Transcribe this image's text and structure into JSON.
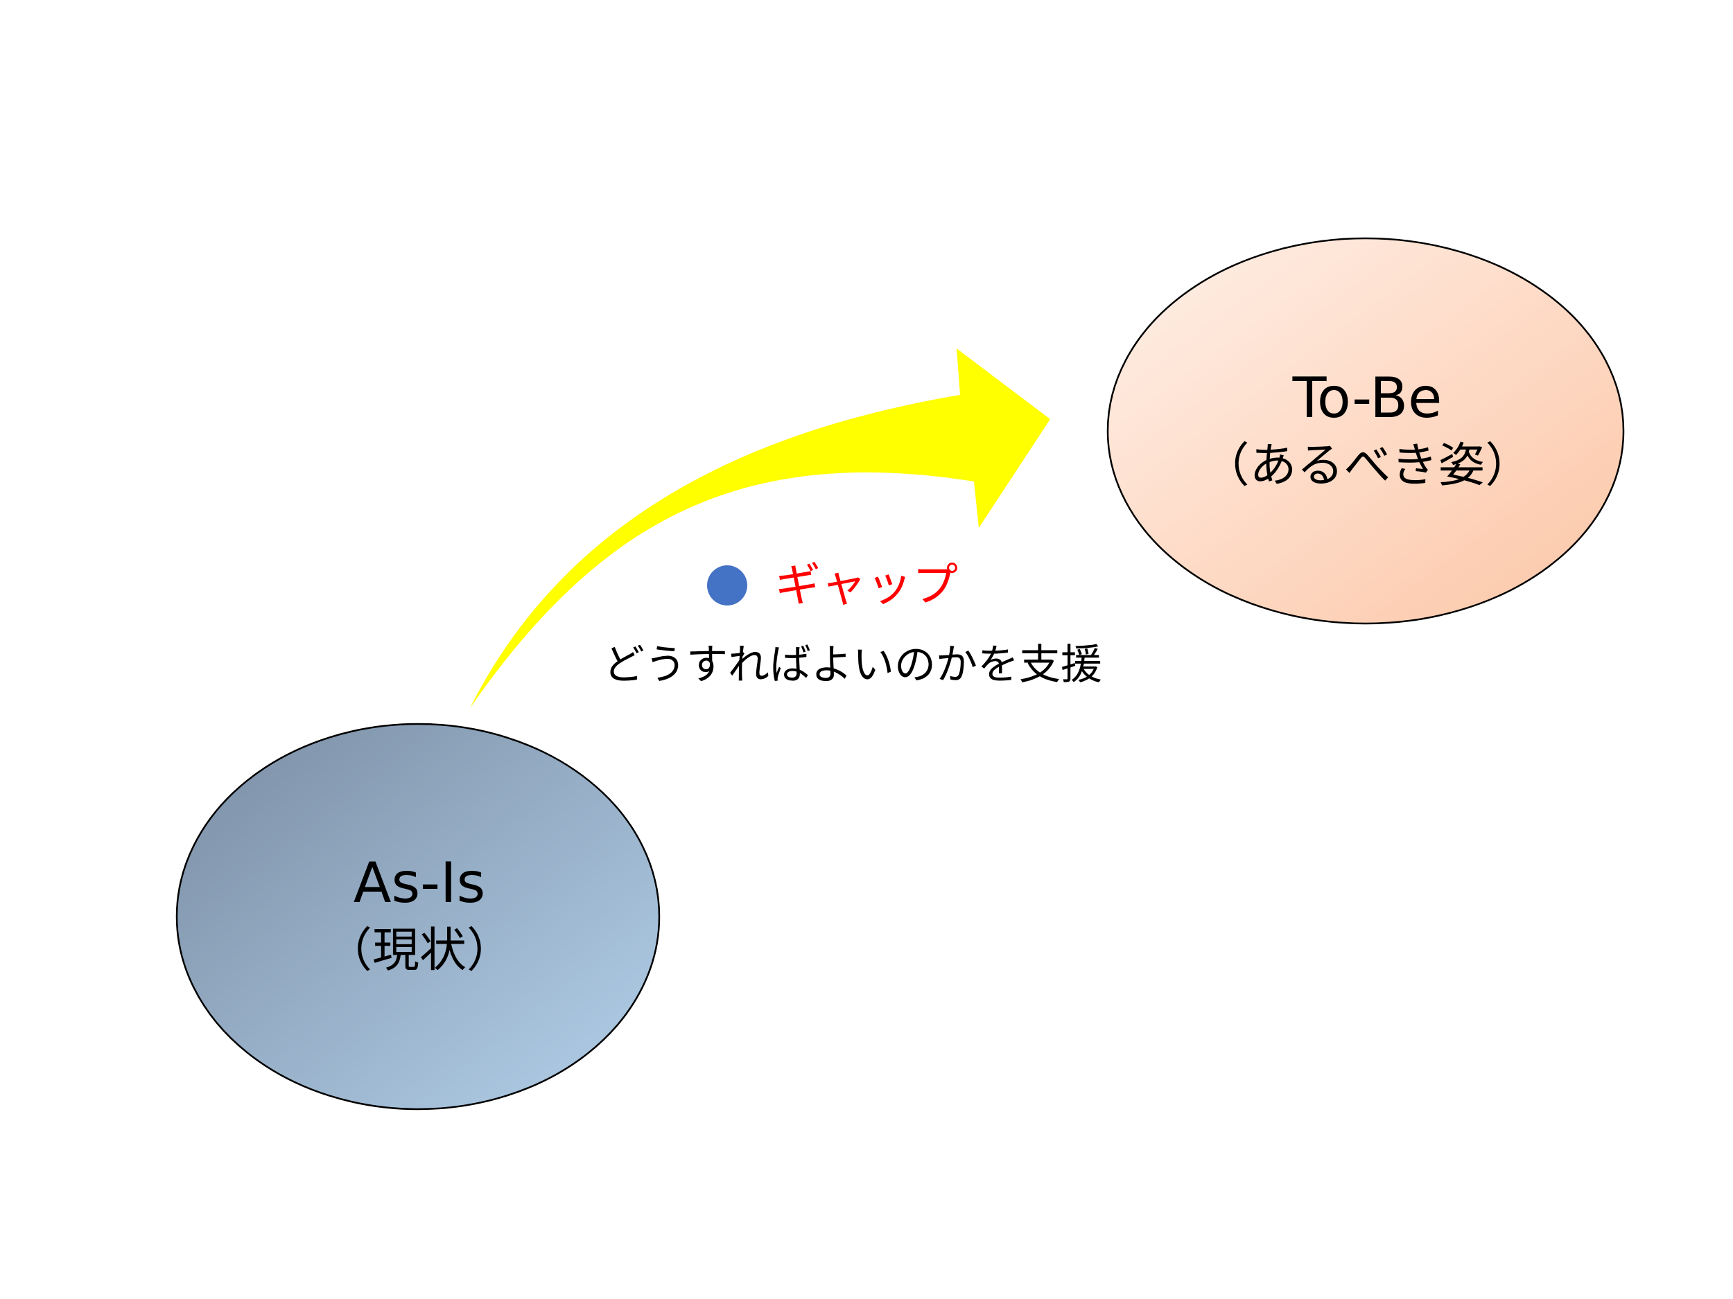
{
  "as_is": {
    "title": "As-Is",
    "subtitle": "（現状）"
  },
  "to_be": {
    "title": "To-Be",
    "subtitle": "（あるべき姿）"
  },
  "gap": {
    "bullet_icon": "filled-circle-bullet-icon",
    "title": "ギャップ",
    "description": "どうすればよいのかを支援"
  },
  "colors": {
    "as_is_gradient_start": "#7a8da3",
    "as_is_gradient_end": "#b3d0ea",
    "to_be_gradient_start": "#fff0e8",
    "to_be_gradient_end": "#fcc6a6",
    "arrow": "#ffff00",
    "bullet": "#4472c4",
    "gap_title": "#ff0000",
    "outline": "#000000"
  }
}
